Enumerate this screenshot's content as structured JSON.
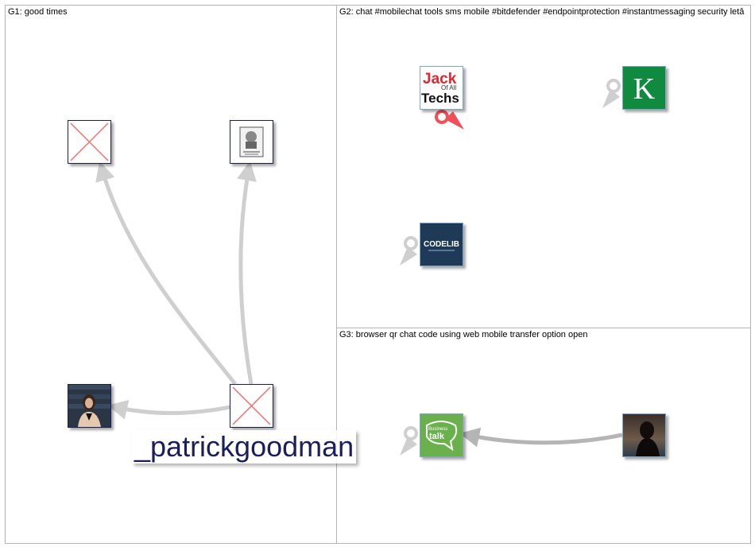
{
  "groups": [
    {
      "id": "G1",
      "title": "G1: good times"
    },
    {
      "id": "G2",
      "title": "G2: chat #mobilechat tools sms mobile #bitdefender #endpointprotection #instantmessaging security letâ"
    },
    {
      "id": "G3",
      "title": "G3: browser qr chat code using web mobile transfer option open"
    }
  ],
  "nodes": {
    "broken1": {
      "icon": "broken-image-icon"
    },
    "broken2": {
      "icon": "broken-image-icon"
    },
    "sketch": {
      "icon": "sketch-portrait-icon"
    },
    "woman": {
      "icon": "woman-portrait-icon"
    },
    "jack": {
      "line1": "Jack",
      "line2": "Of All",
      "line3": "Techs"
    },
    "k": {
      "letter": "K"
    },
    "codelib": {
      "text": "CODELIB"
    },
    "talk": {
      "text1": "Business",
      "text2": "talk"
    },
    "silhouette": {
      "icon": "silhouette-portrait-icon"
    }
  },
  "label": {
    "text": "_patrickgoodman"
  },
  "colors": {
    "edge": "#cfcfcf",
    "edge_dark": "#b5b5b5",
    "self_loop_red": "#f0505a",
    "label_text": "#1b1e5c",
    "k_green": "#0f8a3f",
    "codelib_bg": "#1e3a57",
    "talk_green": "#6ab04c"
  }
}
